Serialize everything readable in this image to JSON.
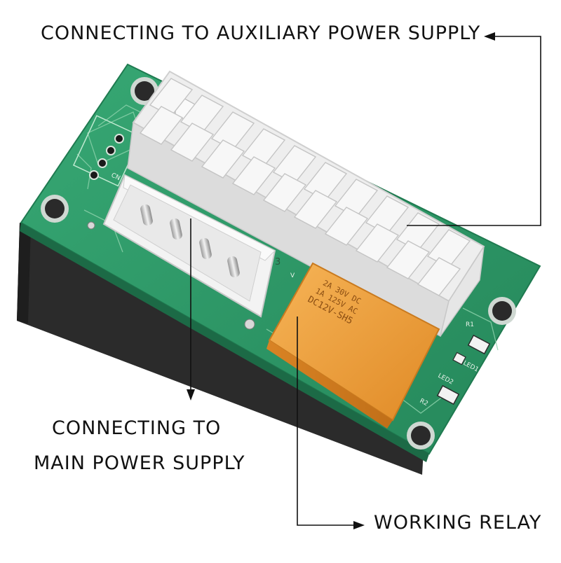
{
  "callouts": {
    "auxiliary": "CONNECTING TO AUXILIARY POWER SUPPLY",
    "main_line1": "CONNECTING TO",
    "main_line2": "MAIN POWER SUPPLY",
    "relay": "WORKING RELAY"
  },
  "relay_marking": {
    "model": "DC12V-SH5",
    "line2": "1A 125V AC",
    "line3": "2A 30V DC"
  },
  "pcb_silkscreen": {
    "cn": "CN",
    "r1": "R1",
    "r2": "R2",
    "led1": "LED1",
    "led2": "LED2",
    "j3": "3",
    "v": "V"
  },
  "colors": {
    "pcb_green": "#2f9a68",
    "relay_orange": "#f0a040",
    "connector_white": "#f4f4f4",
    "label_text": "#111111"
  }
}
